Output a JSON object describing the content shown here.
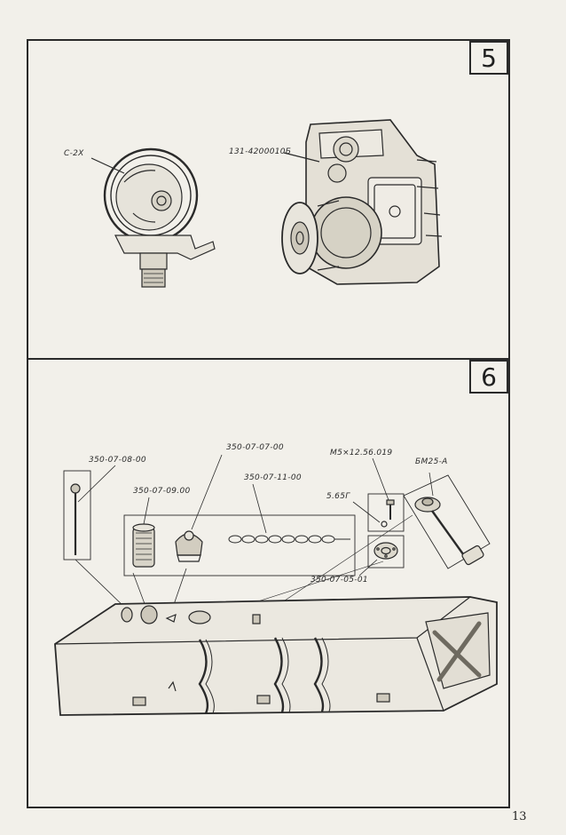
{
  "panels": [
    {
      "number": "5",
      "parts": [
        {
          "code": "С-2Х",
          "icon": "headlight-icon"
        },
        {
          "code": "131-4200010Б",
          "icon": "gearbox-icon"
        }
      ]
    },
    {
      "number": "6",
      "parts": [
        {
          "code": "350-07-08-00",
          "icon": "dipstick-icon"
        },
        {
          "code": "350-07-09.00",
          "icon": "filter-icon"
        },
        {
          "code": "350-07-07-00",
          "icon": "filler-cap-icon"
        },
        {
          "code": "350-07-11-00",
          "icon": "chain-icon"
        },
        {
          "code": "5.65Г",
          "icon": "washer-icon"
        },
        {
          "code": "М5×12.56.019",
          "icon": "screw-icon"
        },
        {
          "code": "БМ25-А",
          "icon": "fuel-gauge-icon"
        },
        {
          "code": "350-07-05-01",
          "icon": "flange-icon"
        }
      ]
    }
  ],
  "page_number": "13"
}
